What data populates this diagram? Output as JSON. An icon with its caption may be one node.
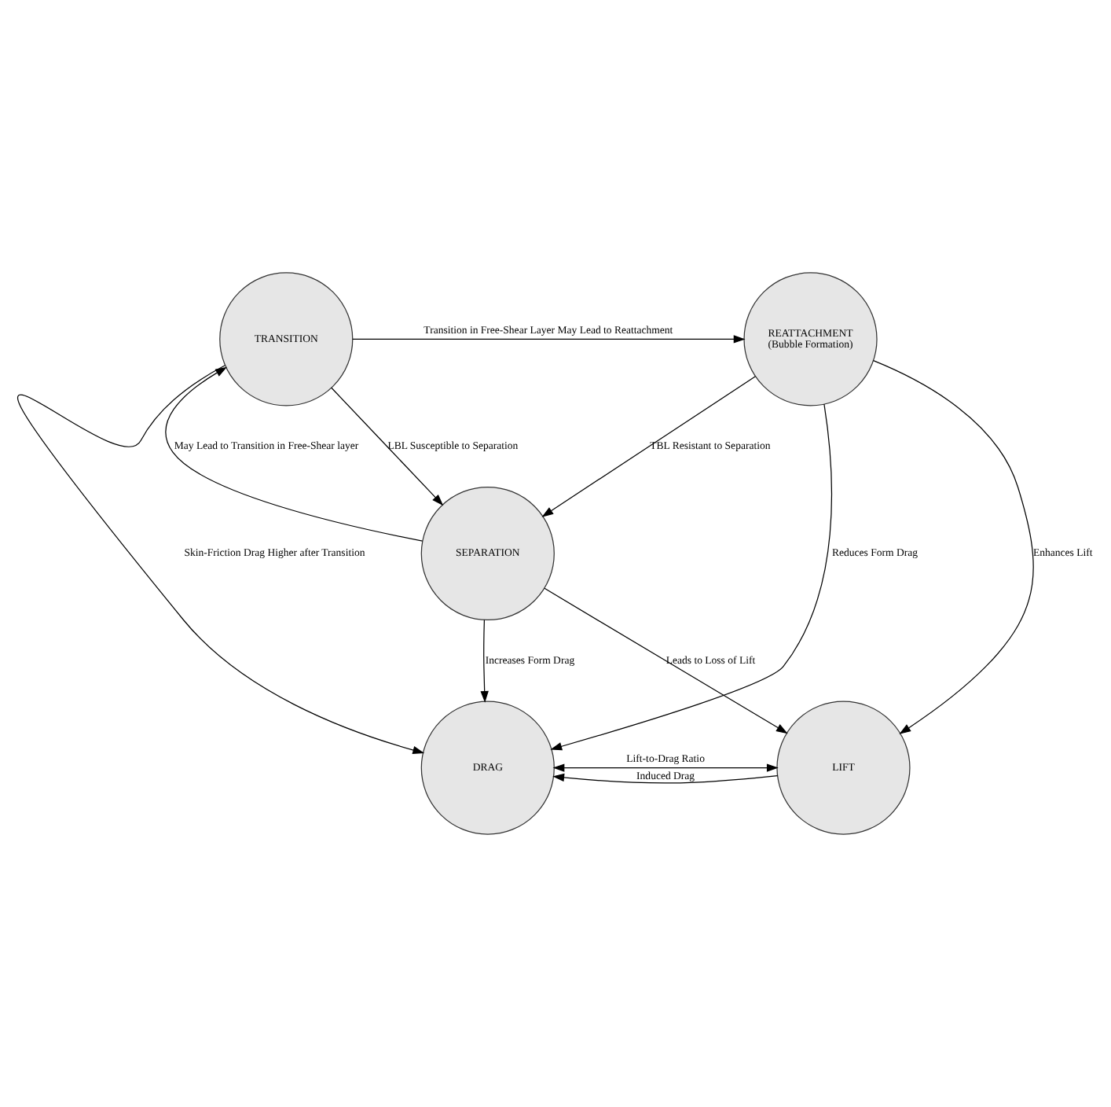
{
  "diagram": {
    "nodes": [
      {
        "text": [
          "TRANSITION"
        ]
      },
      {
        "text": [
          "REATTACHMENT",
          "(Bubble Formation)"
        ]
      },
      {
        "text": [
          "SEPARATION"
        ]
      },
      {
        "text": [
          "DRAG"
        ]
      },
      {
        "text": [
          "LIFT"
        ]
      }
    ],
    "edges": [
      {
        "from": 0,
        "to": 1,
        "arrow": "to",
        "label": "Transition in Free-Shear Layer May Lead to Reattachment"
      },
      {
        "from": 0,
        "to": 2,
        "arrow": "to",
        "label": "LBL Susceptible to Separation"
      },
      {
        "from": 2,
        "to": 0,
        "arrow": "to",
        "label": "May Lead to Transition in Free-Shear layer"
      },
      {
        "from": 1,
        "to": 2,
        "arrow": "to",
        "label": "TBL Resistant to Separation"
      },
      {
        "from": 0,
        "to": 3,
        "arrow": "to",
        "label": "Skin-Friction Drag Higher after Transition"
      },
      {
        "from": 1,
        "to": 3,
        "arrow": "to",
        "label": "Reduces Form Drag"
      },
      {
        "from": 1,
        "to": 4,
        "arrow": "to",
        "label": "Enhances Lift"
      },
      {
        "from": 2,
        "to": 3,
        "arrow": "to",
        "label": "Increases Form Drag"
      },
      {
        "from": 2,
        "to": 4,
        "arrow": "to",
        "label": "Leads to Loss of Lift"
      },
      {
        "from": 4,
        "to": 3,
        "arrow": "to",
        "label": "Induced Drag"
      },
      {
        "from": 3,
        "to": 4,
        "arrow": "both",
        "label": "Lift-to-Drag Ratio"
      }
    ]
  }
}
